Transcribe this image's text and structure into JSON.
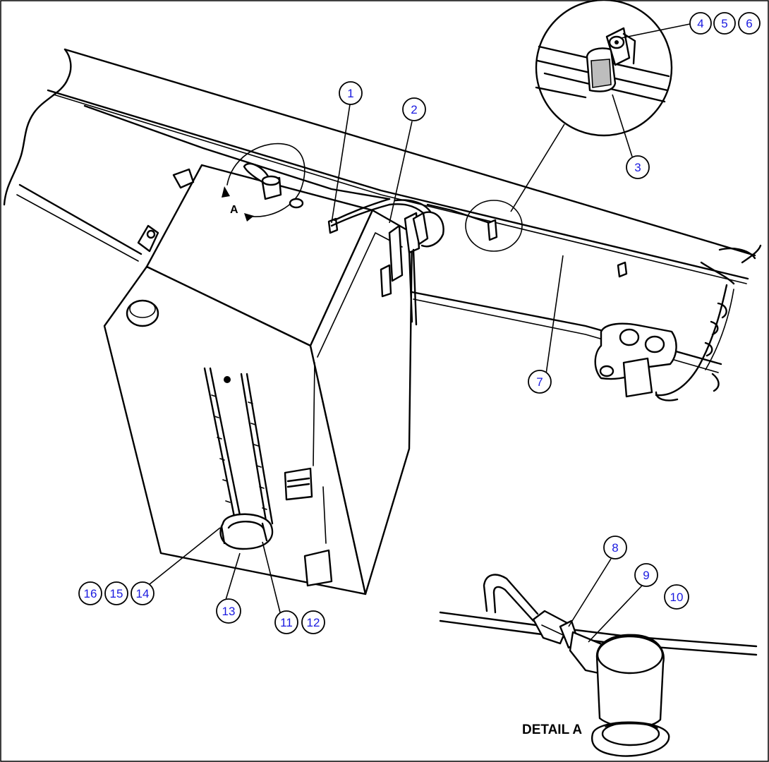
{
  "diagram": {
    "balloons": [
      {
        "id": "b1",
        "label": "1"
      },
      {
        "id": "b2",
        "label": "2"
      },
      {
        "id": "b3",
        "label": "3"
      },
      {
        "id": "b4",
        "label": "4"
      },
      {
        "id": "b5",
        "label": "5"
      },
      {
        "id": "b6",
        "label": "6"
      },
      {
        "id": "b7",
        "label": "7"
      },
      {
        "id": "b8",
        "label": "8"
      },
      {
        "id": "b9",
        "label": "9"
      },
      {
        "id": "b10",
        "label": "10"
      },
      {
        "id": "b11",
        "label": "11"
      },
      {
        "id": "b12",
        "label": "12"
      },
      {
        "id": "b13",
        "label": "13"
      },
      {
        "id": "b14",
        "label": "14"
      },
      {
        "id": "b15",
        "label": "15"
      },
      {
        "id": "b16",
        "label": "16"
      }
    ],
    "view_letter": "A",
    "detail_caption": "DETAIL A",
    "colors": {
      "line": "#000000",
      "balloon_text": "#1a1ae0",
      "background": "#ffffff"
    }
  }
}
